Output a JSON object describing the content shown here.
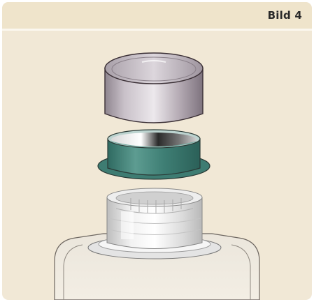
{
  "figure": {
    "label": "Bild 4",
    "parts": [
      {
        "name": "cap",
        "color": "#b0a7b0"
      },
      {
        "name": "adapter-ring",
        "color": "#3e7c72"
      },
      {
        "name": "bottle-neck",
        "color": "#d9d9d9"
      },
      {
        "name": "bottle-body",
        "color": "#e6e2da"
      }
    ],
    "colors": {
      "panel_background": "#f1e8d6",
      "header_background": "#efe4cb",
      "outline": "#3a2f35"
    }
  }
}
